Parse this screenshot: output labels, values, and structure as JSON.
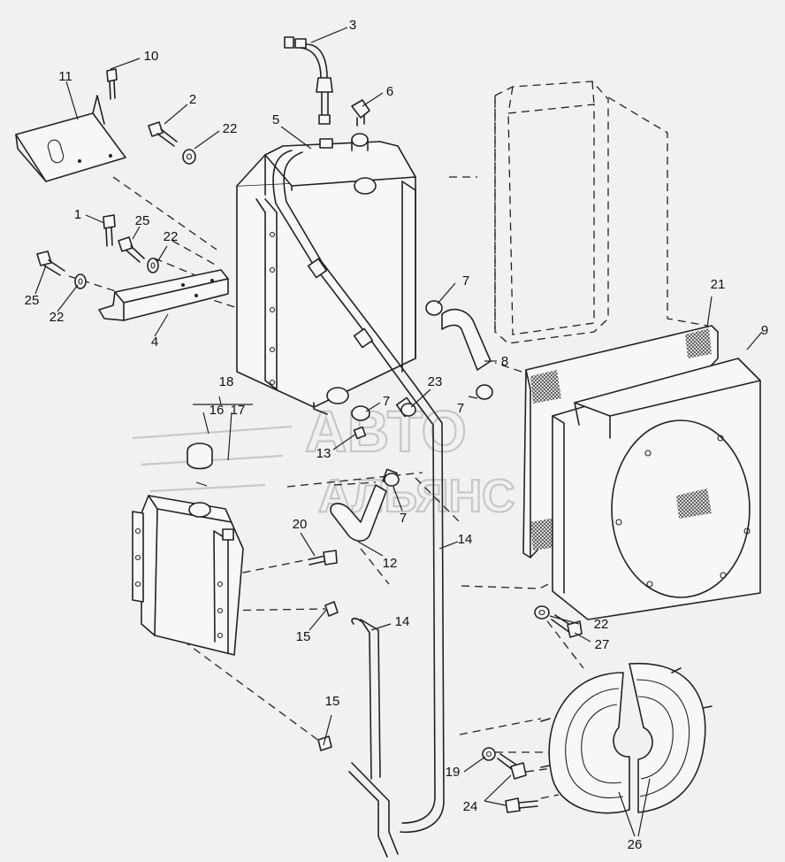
{
  "watermark": {
    "line1": "АВТО",
    "line2": "АЛЬЯНС"
  },
  "callouts": [
    {
      "id": "c1",
      "label": "1"
    },
    {
      "id": "c2",
      "label": "2"
    },
    {
      "id": "c3",
      "label": "3"
    },
    {
      "id": "c4",
      "label": "4"
    },
    {
      "id": "c5",
      "label": "5"
    },
    {
      "id": "c6",
      "label": "6"
    },
    {
      "id": "c7a",
      "label": "7"
    },
    {
      "id": "c7b",
      "label": "7"
    },
    {
      "id": "c7c",
      "label": "7"
    },
    {
      "id": "c7d",
      "label": "7"
    },
    {
      "id": "c8",
      "label": "8"
    },
    {
      "id": "c9",
      "label": "9"
    },
    {
      "id": "c10",
      "label": "10"
    },
    {
      "id": "c11",
      "label": "11"
    },
    {
      "id": "c12",
      "label": "12"
    },
    {
      "id": "c13",
      "label": "13"
    },
    {
      "id": "c14a",
      "label": "14"
    },
    {
      "id": "c14b",
      "label": "14"
    },
    {
      "id": "c15a",
      "label": "15"
    },
    {
      "id": "c15b",
      "label": "15"
    },
    {
      "id": "c16",
      "label": "16"
    },
    {
      "id": "c17",
      "label": "17"
    },
    {
      "id": "c18",
      "label": "18"
    },
    {
      "id": "c19",
      "label": "19"
    },
    {
      "id": "c20",
      "label": "20"
    },
    {
      "id": "c21",
      "label": "21"
    },
    {
      "id": "c22a",
      "label": "22"
    },
    {
      "id": "c22b",
      "label": "22"
    },
    {
      "id": "c22c",
      "label": "22"
    },
    {
      "id": "c22d",
      "label": "22"
    },
    {
      "id": "c23",
      "label": "23"
    },
    {
      "id": "c24",
      "label": "24"
    },
    {
      "id": "c25a",
      "label": "25"
    },
    {
      "id": "c25b",
      "label": "25"
    },
    {
      "id": "c26",
      "label": "26"
    },
    {
      "id": "c27",
      "label": "27"
    }
  ]
}
